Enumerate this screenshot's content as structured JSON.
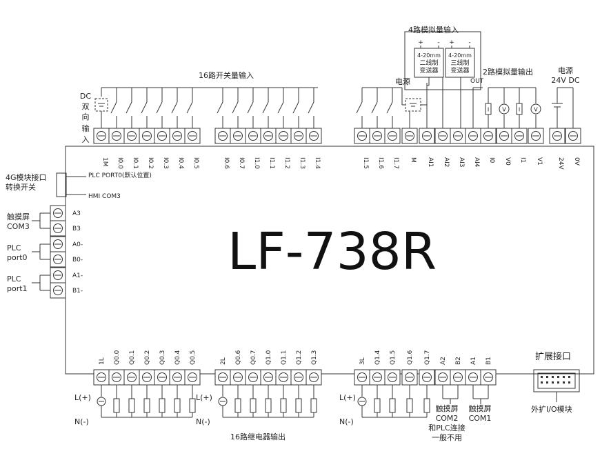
{
  "model": "LF-738R",
  "top_labels": {
    "digital_inputs": "16路开关量输入",
    "analog_inputs": "4路模拟量输入",
    "analog_outputs": "2路模拟量输出",
    "power_title": "电源",
    "power_sub": "24V DC",
    "source_label": "电源",
    "out_label": "OUT",
    "dc_lines": [
      "DC",
      "双",
      "向",
      "输",
      "入"
    ],
    "transmitter_2wire": [
      "4-20mm",
      "二线制",
      "变送器"
    ],
    "transmitter_3wire": [
      "4-20mm",
      "三线制",
      "变送器"
    ]
  },
  "top_terminals": {
    "group1": [
      "1M",
      "I0.0",
      "I0.1",
      "I0.2",
      "I0.3",
      "I0.4",
      "I0.5"
    ],
    "group2": [
      "I0.6",
      "I0.7",
      "I1.0",
      "I1.1",
      "I1.2",
      "I1.3",
      "I1.4"
    ],
    "group3": [
      "I1.5",
      "I1.6",
      "I1.7",
      "M",
      "AI1",
      "AI2",
      "AI3",
      "AI4",
      "I0",
      "V0",
      "I1",
      "V1"
    ],
    "group4": [
      "24V",
      "0V"
    ]
  },
  "left_panel": {
    "switch_title": [
      "4G模块接口",
      "转换开关"
    ],
    "plc_port0": "PLC PORT0(默认位置)",
    "hmi_com3": "HMI COM3",
    "terminals": [
      "A3",
      "B3",
      "A0-",
      "B0-",
      "A1-",
      "B1-"
    ],
    "groups": [
      [
        "触摸屏",
        "COM3"
      ],
      [
        "PLC",
        "port0"
      ],
      [
        "PLC",
        "port1"
      ]
    ]
  },
  "bottom_terminals": {
    "group1": [
      "1L",
      "Q0.0",
      "Q0.1",
      "Q0.2",
      "Q0.3",
      "Q0.4",
      "Q0.5"
    ],
    "group2": [
      "2L",
      "Q0.6",
      "Q0.7",
      "Q1.0",
      "Q1.1",
      "Q1.2",
      "Q1.3"
    ],
    "group3": [
      "3L",
      "Q1.4",
      "Q1.5",
      "Q1.6",
      "Q1.7",
      "A2",
      "B2",
      "A1",
      "B1"
    ]
  },
  "bottom_labels": {
    "l_plus": "L(+)",
    "n_minus": "N(-)",
    "relay_outputs": "16路继电器输出",
    "com2": [
      "触摸屏",
      "COM2",
      "和PLC连接",
      "一般不用"
    ],
    "com1": [
      "触摸屏",
      "COM1"
    ],
    "expansion_title": "扩展接口",
    "expansion_sub": "外扩I/O模块"
  },
  "meter_symbols": [
    "I",
    "V",
    "I",
    "V"
  ],
  "colors": {
    "line": "#333333",
    "text": "#222222",
    "background": "#ffffff"
  }
}
